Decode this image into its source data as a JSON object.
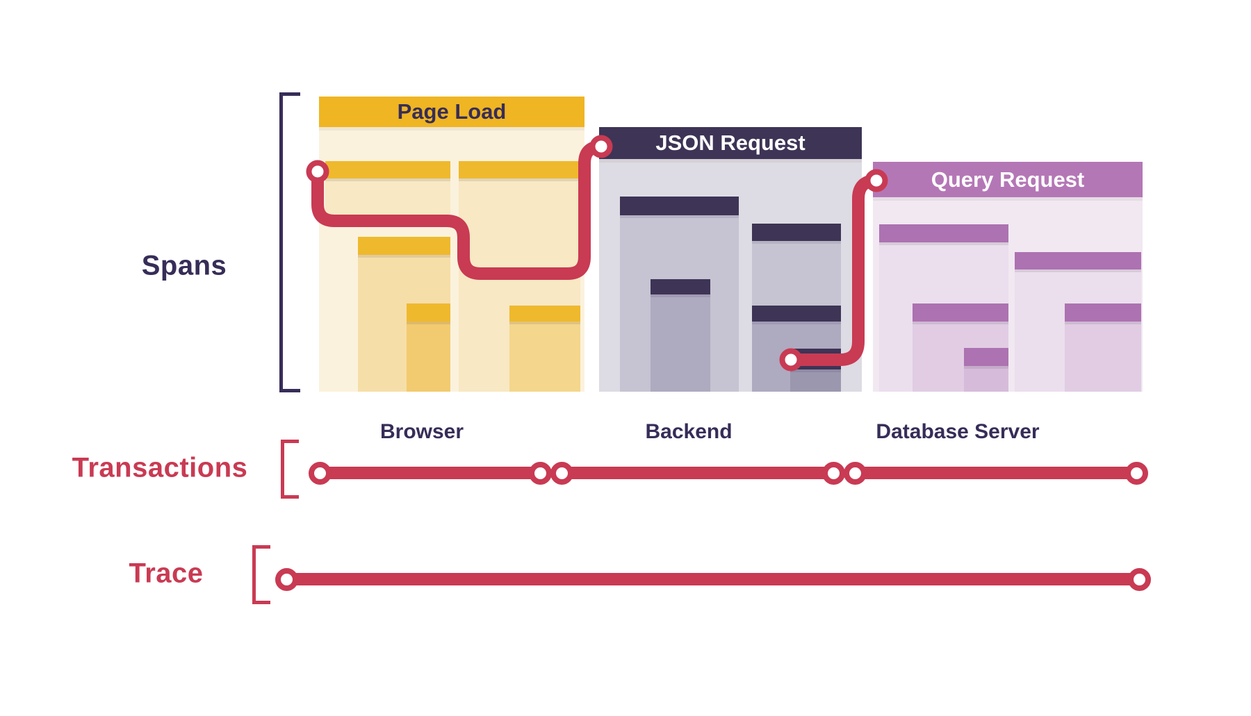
{
  "labels": {
    "spans": "Spans",
    "transactions": "Transactions",
    "trace": "Trace"
  },
  "panels": [
    {
      "title": "Page Load",
      "service": "Browser",
      "theme": "yellow",
      "header_color": "#EFB522",
      "title_color": "#372D58"
    },
    {
      "title": "JSON Request",
      "service": "Backend",
      "theme": "navy",
      "header_color": "#3E3456",
      "title_color": "#FFFFFF"
    },
    {
      "title": "Query Request",
      "service": "Database Server",
      "theme": "purple",
      "header_color": "#B477B6",
      "title_color": "#FFFFFF"
    }
  ],
  "colors": {
    "accent_red": "#C93A53",
    "navy": "#372D58",
    "yellow_bar": "#EFB92D",
    "purple_bar": "#AD72B1"
  }
}
